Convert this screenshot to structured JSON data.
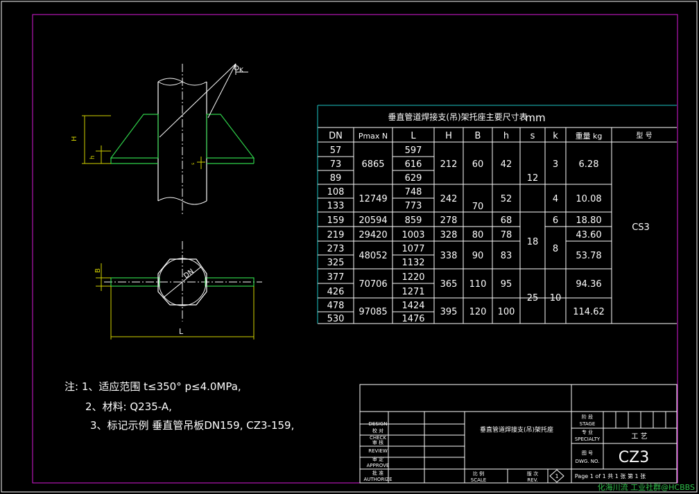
{
  "table": {
    "title": "垂直管道焊接支(吊)架托座主要尺寸表",
    "unit": "mm",
    "headers": [
      "DN",
      "Pmax N",
      "L",
      "H",
      "B",
      "h",
      "s",
      "k",
      "重量 kg",
      "型 号"
    ],
    "dn": [
      "57",
      "73",
      "89",
      "108",
      "133",
      "159",
      "219",
      "273",
      "325",
      "377",
      "426",
      "478",
      "530"
    ],
    "L": [
      "597",
      "616",
      "629",
      "748",
      "773",
      "859",
      "1003",
      "1077",
      "1132",
      "1220",
      "1271",
      "1424",
      "1476"
    ],
    "pmax": [
      "6865",
      "12749",
      "20594",
      "29420",
      "48052",
      "70706",
      "97085"
    ],
    "H": [
      "212",
      "242",
      "278",
      "328",
      "338",
      "365",
      "395"
    ],
    "B": [
      "60",
      "70",
      "80",
      "90",
      "110",
      "120"
    ],
    "h": [
      "42",
      "52",
      "68",
      "78",
      "83",
      "95",
      "100"
    ],
    "s": [
      "12",
      "18",
      "25"
    ],
    "k": [
      "3",
      "4",
      "6",
      "8",
      "10"
    ],
    "weight": [
      "6.28",
      "10.08",
      "18.80",
      "43.60",
      "53.78",
      "94.36",
      "114.62"
    ],
    "model": "CS3"
  },
  "drawing_labels": {
    "H": "H",
    "h": "h",
    "K": "K",
    "s": "s",
    "B": "B",
    "DN": "DN",
    "L": "L"
  },
  "notes": [
    "注: 1、适应范围 t≤350° p≤4.0MPa,",
    "2、材料: Q235-A,",
    "3、标记示例 垂直管吊板DN159, CZ3-159,"
  ],
  "titleblock": {
    "design": "DESIGN",
    "check_cn": "校 对",
    "check": "CHECK",
    "review_cn": "审 核",
    "review": "REVIEW",
    "approve_cn": "审 定",
    "approve": "APPROVE",
    "authorize_cn": "批 准",
    "authorize": "AUTHORIZE",
    "drawing_title": "垂直管道焊接支(吊)架托座",
    "stage_cn": "阶 段",
    "stage": "STAGE",
    "specialty_cn": "专 业",
    "specialty": "SPECIALTY",
    "specialty_value": "工 艺",
    "dwg_cn": "图 号",
    "dwg": "DWG. NO.",
    "dwg_value": "CZ3",
    "scale_cn": "比 例",
    "scale": "SCALE",
    "rev_cn": "版 次",
    "rev": "REV.",
    "rev_value": "1",
    "page": "Page 1 of 1 共 1 张 第 1 张"
  },
  "watermark": "化海川流 工业社群@HCBBS"
}
